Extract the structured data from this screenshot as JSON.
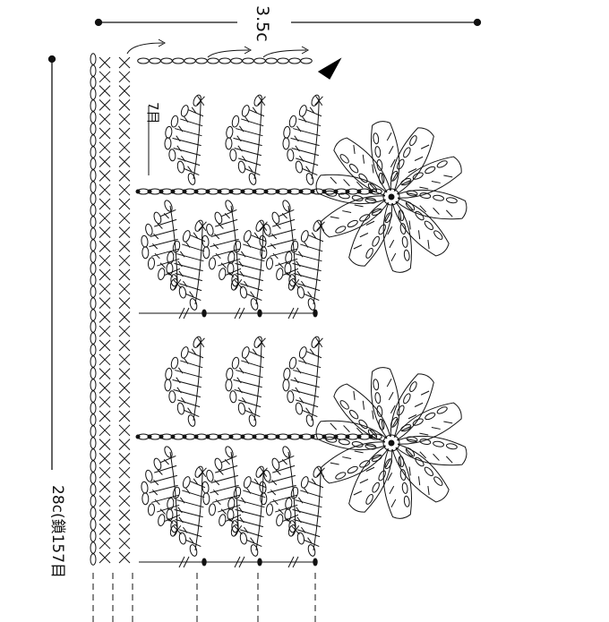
{
  "labels": {
    "width": "3.5c",
    "height": "28c(鎖157目",
    "stitch_count": "7目"
  },
  "colors": {
    "ink": "#111111",
    "background": "#ffffff",
    "start_marker": "#000000"
  },
  "pattern": {
    "stitch_columns": 2,
    "leaf_rows_per_repeat": 2,
    "leaves_per_row": 3,
    "flower_petals": 10,
    "repeats_visible": 2
  },
  "icons": [
    "start-triangle-icon",
    "direction-arrow-icon"
  ]
}
